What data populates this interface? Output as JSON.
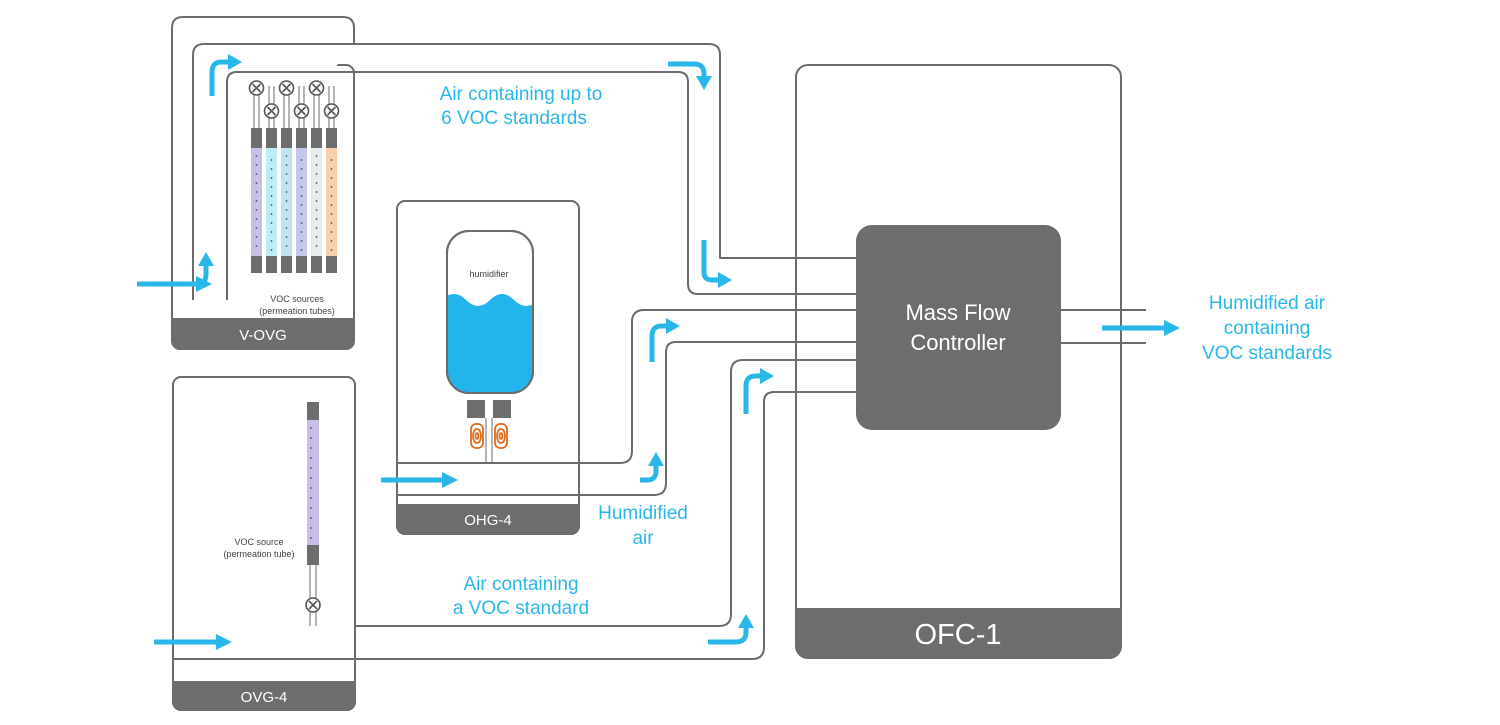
{
  "colors": {
    "accent": "#29b7ea",
    "box_outline": "#6b6b6b",
    "box_footer": "#6d6d6d",
    "water": "#22b5ec",
    "heater": "#e06a1a"
  },
  "units": {
    "v_ovg": {
      "name": "V-OVG",
      "sources_label_line1": "VOC sources",
      "sources_label_line2": "(permeation tubes)"
    },
    "ovg": {
      "name": "OVG-4",
      "source_label_line1": "VOC source",
      "source_label_line2": "(permeation tube)"
    },
    "ohg": {
      "name": "OHG-4",
      "vessel_label": "humidifier"
    },
    "ofc": {
      "name": "OFC-1",
      "controller_line1": "Mass Flow",
      "controller_line2": "Controller"
    }
  },
  "flow_labels": {
    "voc6_line1": "Air containing up to",
    "voc6_line2": "6 VOC standards",
    "humid_line1": "Humidified",
    "humid_line2": "air",
    "voc1_line1": "Air containing",
    "voc1_line2": "a VOC standard",
    "output_line1": "Humidified air",
    "output_line2": "containing",
    "output_line3": "VOC standards"
  },
  "permeation_tube_colors": [
    "#c9bfe6",
    "#bdeef6",
    "#bfe3f0",
    "#c2c8ec",
    "#e8ecea",
    "#f8cfae"
  ],
  "single_tube_color": "#c9bfe6",
  "icons": [
    "arrow-right-icon",
    "arrow-turn-up-icon",
    "arrow-turn-down-icon",
    "valve-icon",
    "heater-coil-icon"
  ]
}
